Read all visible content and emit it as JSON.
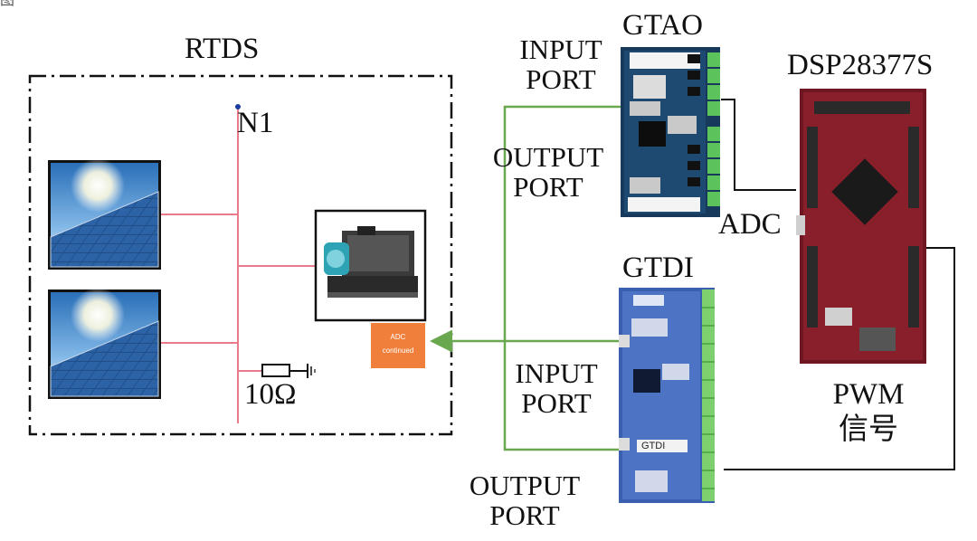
{
  "fig_caption_fragment": "图",
  "rtds": {
    "title": "RTDS",
    "node_label": "N1",
    "resistor_label": "10Ω",
    "adc_block": {
      "line1": "ADC",
      "line2": "continued"
    }
  },
  "gtao": {
    "title": "GTAO",
    "input_port": [
      "INPUT",
      "PORT"
    ],
    "output_port": [
      "OUTPUT",
      "PORT"
    ]
  },
  "gtdi": {
    "title": "GTDI",
    "board_tag": "GTDI",
    "input_port": [
      "INPUT",
      "PORT"
    ],
    "output_port": [
      "OUTPUT",
      "PORT"
    ]
  },
  "dsp": {
    "title": "DSP28377S",
    "adc_label": "ADC",
    "pwm_label": [
      "PWM",
      "信号"
    ]
  },
  "colors": {
    "pink_bus": "#e87a8a",
    "green_link": "#6aa84f",
    "orange_adc": "#f07f3c",
    "dsp_board": "#8a1f2c"
  }
}
